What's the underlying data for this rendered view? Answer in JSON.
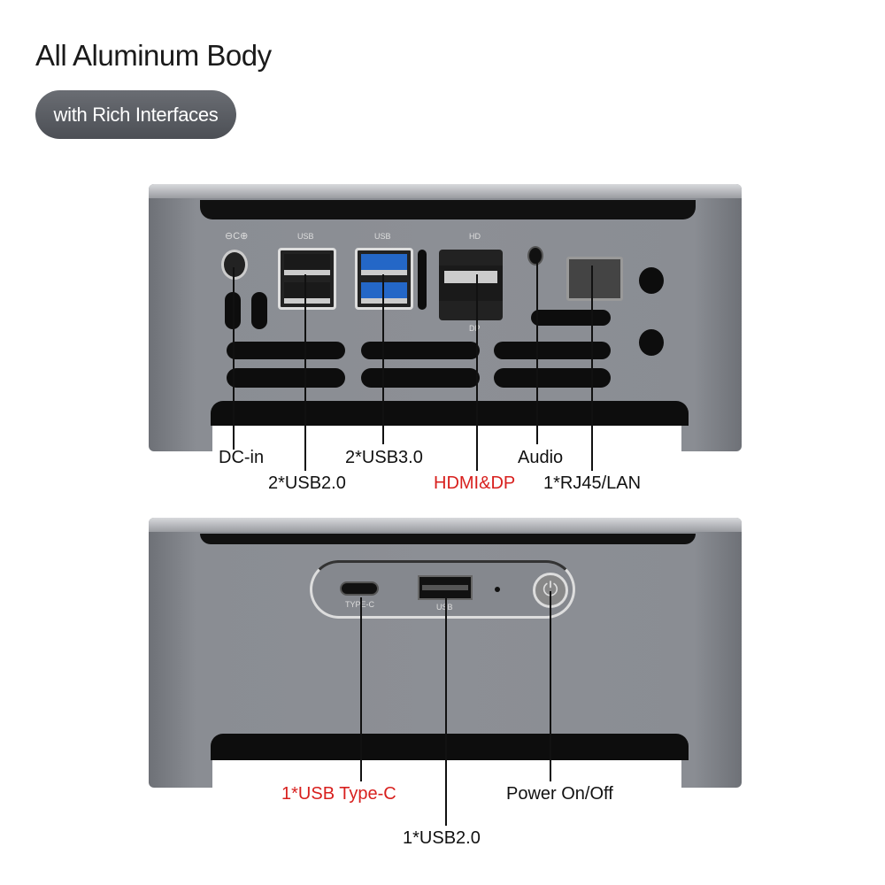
{
  "header": {
    "title": "All Aluminum Body",
    "subtitle_pill": "with Rich Interfaces"
  },
  "back_panel": {
    "port_prints": {
      "dc": "⊖C⊕",
      "usb2": "USB",
      "usb3": "USB",
      "hdmi": "HD",
      "dp": "DP"
    },
    "labels": {
      "dc_in": "DC-in",
      "usb2": "2*USB2.0",
      "usb3": "2*USB3.0",
      "hdmi_dp": "HDMI&DP",
      "audio": "Audio",
      "lan": "1*RJ45/LAN"
    }
  },
  "front_panel": {
    "port_prints": {
      "typec": "TYPE-C",
      "usb": "USB"
    },
    "labels": {
      "typec": "1*USB Type-C",
      "usb2": "1*USB2.0",
      "power": "Power On/Off"
    }
  },
  "colors": {
    "highlight": "#d8201e",
    "body": "#8c8f95",
    "pill": "#5a5d63"
  }
}
